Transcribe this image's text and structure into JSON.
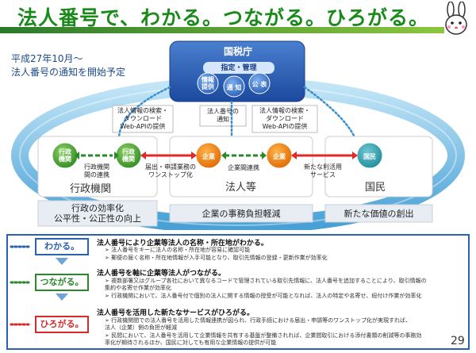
{
  "header": {
    "title": "法人番号で、わかる。つながる。ひろがる。"
  },
  "subtitle": {
    "line1": "平成27年10月～",
    "line2": "法人番号の通知を開始予定"
  },
  "diagram": {
    "nta": {
      "title": "国税庁",
      "designation": "指定・管理",
      "circle_info": "情報\n提供",
      "circle_notice": "通 知",
      "circle_publish": "公 表"
    },
    "callouts": {
      "left": "法人情報の検索・\nダウンロード\nWeb-APIの提供",
      "middle": "法人番号の\n通知",
      "right": "法人情報の検索・\nダウンロード\nWeb-APIの提供"
    },
    "nodes": {
      "gov1": "行政\n機関",
      "gov2": "行政\n機関",
      "corp1": "企業",
      "corp2": "企業",
      "citizen": "国民"
    },
    "link_labels": {
      "gov_link": "行政機関\n間の連携",
      "oneStop": "届出・申請業務の\nワンストップ化",
      "corp_link": "企業間連携",
      "new_service": "新たな利活用\nサービス"
    },
    "groups": {
      "gov": "行政機関",
      "corp": "法人等",
      "citizen": "国民"
    },
    "outcomes": {
      "gov": "行政の効率化\n公平性・公正性の向上",
      "corp": "企業の事務負担軽減",
      "citizen": "新たな価値の創出"
    }
  },
  "lower": {
    "rows": [
      {
        "badge": "わかる。",
        "color": "#2a62b0",
        "heading": "法人番号により企業等法人の名称・所在地がわかる。",
        "bullets": [
          "➢ 法人番号をキーに法人の名称・所在地が容易に確認可能",
          "➢ 郵便の届く名称・所在地情報が入手可能となり、取引先情報の登録・更新作業が効率化"
        ]
      },
      {
        "badge": "つながる。",
        "color": "#2a8a2a",
        "heading": "法人番号を軸に企業等法人がつながる。",
        "bullets": [
          "➢ 複数部署又はグループ各社において異なるコードで管理されている取引先情報に、法人番号を追加することにより、取引情報の",
          "   集約や名寄せ作業が効率化",
          "➢ 行政機関において、法人番号付で個別の法人に関する情報の授受が可能となれば、法人の特定や名寄せ、紐付け作業が効率化"
        ]
      },
      {
        "badge": "ひろがる。",
        "color": "#d42a2a",
        "heading": "法人番号を活用した新たなサービスがひろがる。",
        "bullets": [
          "➢ 行政機関間での法人番号を活用した情報連携が図られ、行政手続における届出・申請等のワンストップ化が実現すれば、",
          "   法人（企業）側の負担が軽減",
          "➢ 民間において、法人番号を活用して企業情報を共有する基盤が整備されれば、企業間取引における添付書類の削減等の事務効",
          "   率化が期待されるほか、国民に対しても有用な企業情報の提供が可能"
        ]
      }
    ]
  },
  "page_number": "29",
  "icons": {
    "mascot": "rabbit-mascot-icon"
  }
}
